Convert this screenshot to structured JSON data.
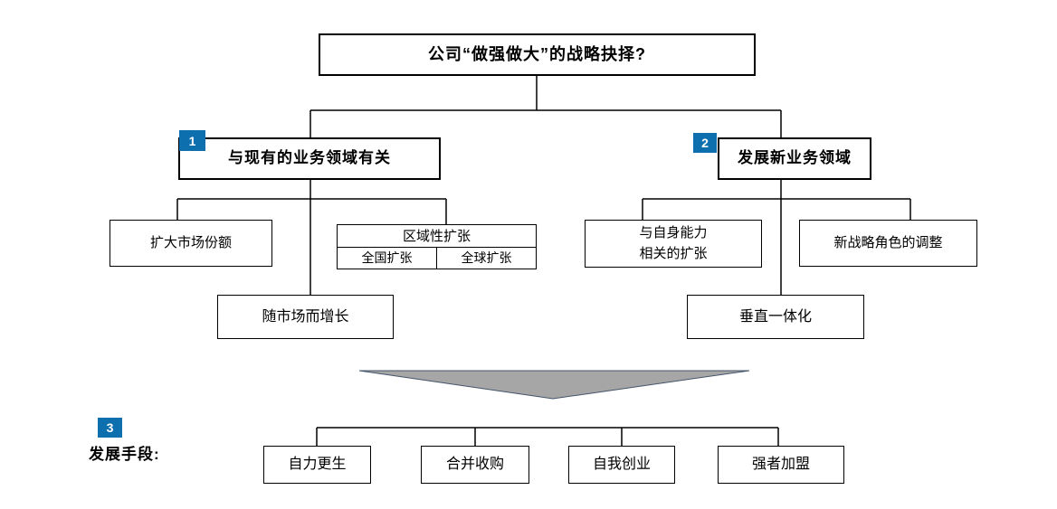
{
  "diagram": {
    "title": "公司“做强做大”的战略抉择?",
    "branch1": {
      "badge": "1",
      "label": "与现有的业务领域有关"
    },
    "branch2": {
      "badge": "2",
      "label": "发展新业务领域"
    },
    "branch1_children": {
      "market_share": "扩大市场份额",
      "regional_header": "区域性扩张",
      "regional_cells": [
        "全国扩张",
        "全球扩张"
      ],
      "grow_with_market": "随市场而增长"
    },
    "branch2_children": {
      "capability_expansion_lines": [
        "与自身能力",
        "相关的扩张"
      ],
      "new_strategic_role": "新战略角色的调整",
      "vertical_integration": "垂直一体化"
    },
    "section3": {
      "badge": "3",
      "label": "发展手段:",
      "methods": [
        "自力更生",
        "合并收购",
        "自我创业",
        "强者加盟"
      ]
    },
    "colors": {
      "badge_blue": "#0E6FAE",
      "arrow_fill": "#A6A6A6",
      "arrow_stroke": "#44546A",
      "line_black": "#000000"
    }
  }
}
